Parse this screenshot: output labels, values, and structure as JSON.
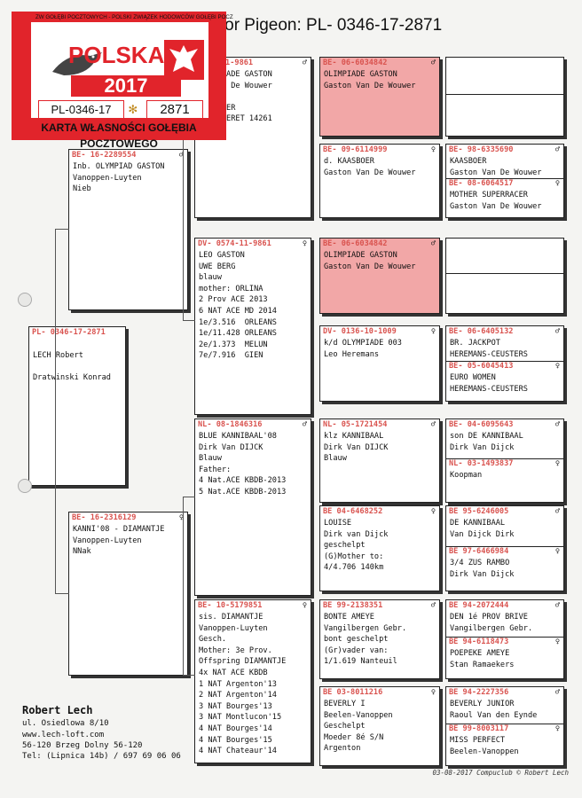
{
  "title": "e for Pigeon: PL- 0346-17-2871",
  "stamp": {
    "ring_text": "ZW GOŁĘBI POCZTOWYCH - POLSKI ZWIĄZEK HODOWCÓW GOŁĘBI POCZ",
    "polska": "POLSKA",
    "year": "2017",
    "ring_id": "PL-0346-17",
    "ring_num": "2871",
    "karta": "KARTA WŁASNOŚCI GOŁĘBIA POCZTOWEGO"
  },
  "subject": {
    "ring": "PL- 0346-17-2871",
    "lines": [
      "",
      "LECH Robert",
      "",
      "Dratwinski Konrad"
    ]
  },
  "sire": {
    "ring": "BE- 16-2289554",
    "sex": "♂",
    "lines": [
      "Inb. OLYMPIAD GASTON",
      "Vanoppen-Luyten",
      "Nieb"
    ]
  },
  "dam": {
    "ring": "BE- 16-2316129",
    "sex": "♀",
    "lines": [
      "KANNI'08 - DIAMANTJE",
      "Vanoppen-Luyten",
      "NNak"
    ]
  },
  "ss": {
    "ring": "0572-11-9861",
    "sex": "♂",
    "lines": [
      "OLYMPIADE GASTON",
      "on Van De Wouwer",
      "",
      "KAASBOER",
      "NAT GUERET 14261"
    ]
  },
  "sd": {
    "ring": "DV- 0574-11-9861",
    "sex": "♀",
    "lines": [
      "LEO GASTON",
      "UWE BERG",
      "blauw",
      "mother: ORLINA",
      "2 Prov ACE 2013",
      "6 NAT ACE MD 2014",
      "1e/3.516  ORLEANS",
      "1e/11.428 ORLEANS",
      "2e/1.373  MELUN",
      "7e/7.916  GIEN"
    ]
  },
  "ds": {
    "ring": "NL- 08-1846316",
    "sex": "♂",
    "lines": [
      "BLUE KANNIBAAL'08",
      "Dirk Van DIJCK",
      "Blauw",
      "Father:",
      "4 Nat.ACE KBDB-2013",
      "5 Nat.ACE KBDB-2013"
    ]
  },
  "dd": {
    "ring": "BE- 10-5179851",
    "sex": "♀",
    "lines": [
      "sis. DIAMANTJE",
      "Vanoppen-Luyten",
      "Gesch.",
      "Mother: 3e Prov.",
      "Offspring DIAMANTJE",
      "4x NAT ACE KBDB",
      "1 NAT Argenton'13",
      "2 NAT Argenton'14",
      "3 NAT Bourges'13",
      "3 NAT Montlucon'15",
      "4 NAT Bourges'14",
      "4 NAT Bourges'15",
      "4 NAT Chateaur'14"
    ]
  },
  "g3": [
    {
      "ring": "BE- 06-6034842",
      "sex": "♂",
      "lines": [
        "OLIMPIADE GASTON",
        "Gaston Van De Wouwer"
      ]
    },
    {
      "ring": "BE- 09-6114999",
      "sex": "♀",
      "lines": [
        "d. KAASBOER",
        "Gaston Van De Wouwer"
      ]
    },
    {
      "ring": "BE- 06-6034842",
      "sex": "♂",
      "lines": [
        "OLIMPIADE GASTON",
        "Gaston Van De Wouwer"
      ]
    },
    {
      "ring": "DV- 0136-10-1009",
      "sex": "♀",
      "lines": [
        "k/d OLYMPIADE 003",
        "Leo Heremans"
      ]
    },
    {
      "ring": "NL- 05-1721454",
      "sex": "♂",
      "lines": [
        "klz KANNIBAAL",
        "Dirk Van DIJCK",
        "Blauw"
      ]
    },
    {
      "ring": "BE  04-6468252",
      "sex": "♀",
      "lines": [
        "LOUISE",
        "Dirk van Dijck",
        "geschelpt",
        "(G)Mother to:",
        "4/4.706 140km"
      ]
    },
    {
      "ring": "BE  99-2138351",
      "sex": "♂",
      "lines": [
        "BONTE AMEYE",
        "Vangilbergen Gebr.",
        "bont geschelpt",
        "(Gr)vader van:",
        "1/1.619 Nanteuil"
      ]
    },
    {
      "ring": "BE  03-8011216",
      "sex": "♀",
      "lines": [
        "BEVERLY I",
        "Beelen-Vanoppen",
        "Geschelpt",
        "Moeder 8é S/N",
        "Argenton"
      ]
    }
  ],
  "g4": [
    {
      "ring": "",
      "sex": "",
      "lines": []
    },
    {
      "ring": "",
      "sex": "",
      "lines": []
    },
    {
      "ring": "BE- 98-6335690",
      "sex": "♂",
      "lines": [
        "KAASBOER",
        "Gaston Van De Wouwer"
      ]
    },
    {
      "ring": "BE- 08-6064517",
      "sex": "♀",
      "lines": [
        "MOTHER SUPERRACER",
        "Gaston Van De Wouwer"
      ]
    },
    {
      "ring": "",
      "sex": "",
      "lines": []
    },
    {
      "ring": "",
      "sex": "",
      "lines": []
    },
    {
      "ring": "BE- 06-6405132",
      "sex": "♂",
      "lines": [
        "BR. JACKPOT",
        "HEREMANS-CEUSTERS"
      ]
    },
    {
      "ring": "BE- 05-6045413",
      "sex": "♀",
      "lines": [
        "EURO WOMEN",
        "HEREMANS-CEUSTERS"
      ]
    },
    {
      "ring": "BE- 04-6095643",
      "sex": "♂",
      "lines": [
        "son DE KANNIBAAL",
        "Dirk Van Dijck"
      ]
    },
    {
      "ring": "NL- 03-1493837",
      "sex": "♀",
      "lines": [
        "Koopman"
      ]
    },
    {
      "ring": "BE  95-6246005",
      "sex": "♂",
      "lines": [
        "DE KANNIBAAL",
        "Van Dijck Dirk"
      ]
    },
    {
      "ring": "BE  97-6466984",
      "sex": "♀",
      "lines": [
        "3/4 ZUS RAMBO",
        "Dirk Van Dijck"
      ]
    },
    {
      "ring": "BE  94-2072444",
      "sex": "♂",
      "lines": [
        "DEN 1é PROV BRIVE",
        "Vangilbergen Gebr."
      ]
    },
    {
      "ring": "BE  94-6118473",
      "sex": "♀",
      "lines": [
        "POEPEKE AMEYE",
        "Stan Ramaekers"
      ]
    },
    {
      "ring": "BE  94-2227356",
      "sex": "♂",
      "lines": [
        "BEVERLY JUNIOR",
        "Raoul Van den Eynde"
      ]
    },
    {
      "ring": "BE  99-8003117",
      "sex": "♀",
      "lines": [
        "MISS PERFECT",
        "Beelen-Vanoppen"
      ]
    }
  ],
  "footer": {
    "name": "Robert Lech",
    "lines": [
      "ul. Osiedlowa 8/10",
      "www.lech-loft.com",
      "56-120 Brzeg Dolny 56-120",
      "Tel: (Lipnica 14b) / 697 69 06 06"
    ]
  },
  "printed": "03-08-2017   Compuclub © Robert Lech",
  "colors": {
    "ring": "#d9534f",
    "pink": "#f2a7a7",
    "stamp": "#e1242b"
  }
}
